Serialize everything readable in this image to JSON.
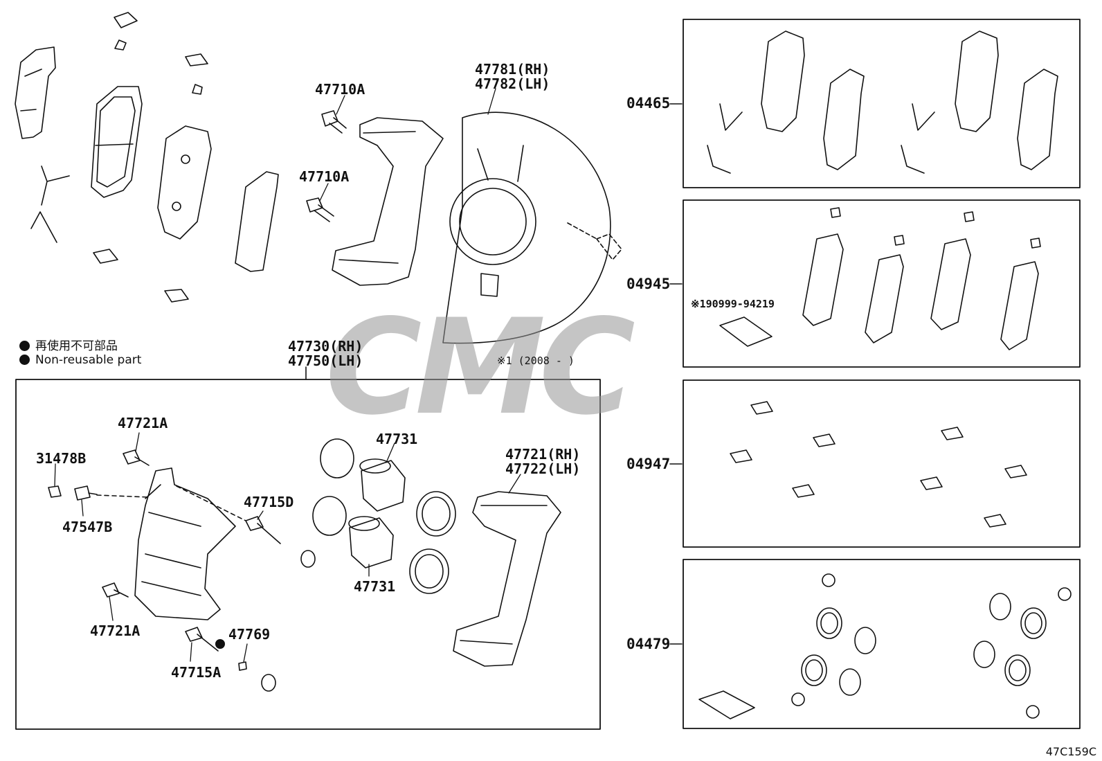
{
  "watermark": "CMC",
  "drawing_code": "47C159C",
  "legend": {
    "jp": "再使用不可部品",
    "en": "Non-reusable part"
  },
  "note_years": "※1 (2008 -     )",
  "labels": {
    "p47710A_1": "47710A",
    "p47710A_2": "47710A",
    "p47781": "47781(RH)",
    "p47782": "47782(LH)",
    "p47730": "47730(RH)",
    "p47750": "47750(LH)",
    "p47721A_top": "47721A",
    "p31478B": "31478B",
    "p47547B": "47547B",
    "p47715D": "47715D",
    "p47731_top": "47731",
    "p47731_bot": "47731",
    "p47721": "47721(RH)",
    "p47722": "47722(LH)",
    "p47721A_bot": "47721A",
    "p47769": "47769",
    "p47715A": "47715A"
  },
  "kits": [
    {
      "code": "04465"
    },
    {
      "code": "04945",
      "sub_part": "※190999-94219"
    },
    {
      "code": "04947"
    },
    {
      "code": "04479"
    }
  ],
  "colors": {
    "line": "#111111",
    "watermark": "#9a9a9a",
    "background": "#ffffff"
  }
}
